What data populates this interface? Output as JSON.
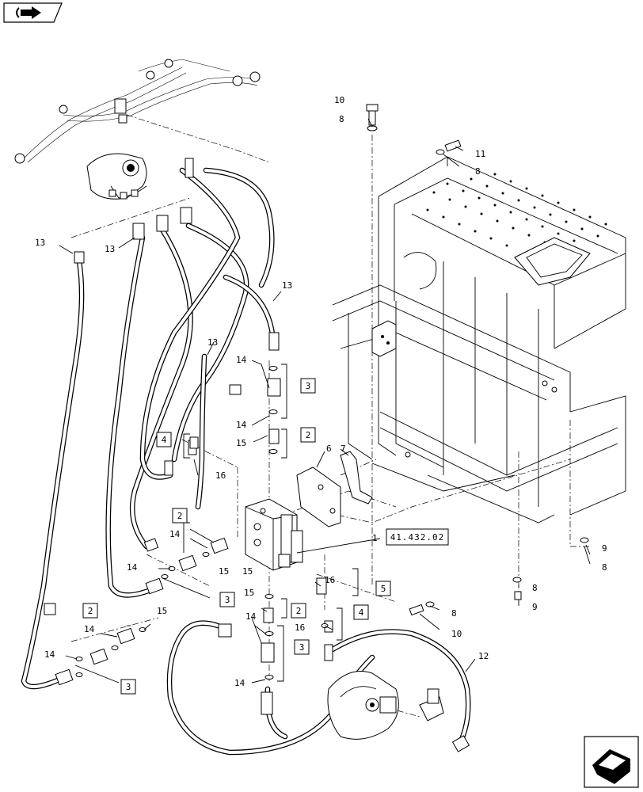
{
  "nav": {
    "prev_icon": "prev-page-arrow-icon",
    "next_icon": "next-page-arrow-icon"
  },
  "ref_box": "41.432.02",
  "labels": {
    "l2": "2",
    "l3": "3",
    "l4": "4",
    "l5": "5",
    "l6": "6",
    "l7": "7",
    "l8": "8",
    "l9": "9",
    "l10": "10",
    "l11": "11",
    "l12": "12",
    "l13": "13",
    "l14": "14",
    "l15": "15",
    "l16": "16",
    "l1": "1"
  }
}
